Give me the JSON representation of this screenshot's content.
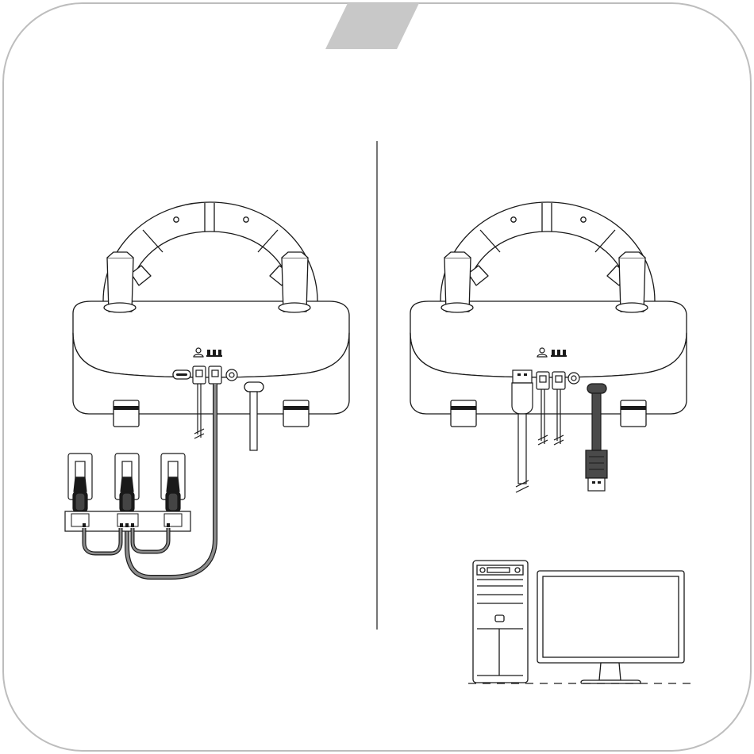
{
  "panel": {
    "background": "#ffffff",
    "border_color": "#bdbdbd",
    "tab_color": "#c8c8c8",
    "line_color": "#1a1a1a",
    "cable_gray": "#8c8c8c",
    "cable_dark": "#4a4a4a"
  },
  "step_tab": {
    "label": ""
  },
  "left_setup": {
    "wheel_ports": [
      "usb-c-port",
      "pedal-port",
      "shifter-port",
      "headset-jack"
    ],
    "port_icons": [
      "person-icon",
      "pedals-icon"
    ],
    "pedal_count": 3
  },
  "right_setup": {
    "wheel_ports": [
      "usb-a-cable",
      "pedal-port",
      "shifter-port",
      "headset-jack",
      "usb-cable-dark"
    ],
    "port_icons": [
      "person-icon",
      "pedals-icon"
    ],
    "devices": [
      "pc-tower",
      "monitor"
    ]
  }
}
